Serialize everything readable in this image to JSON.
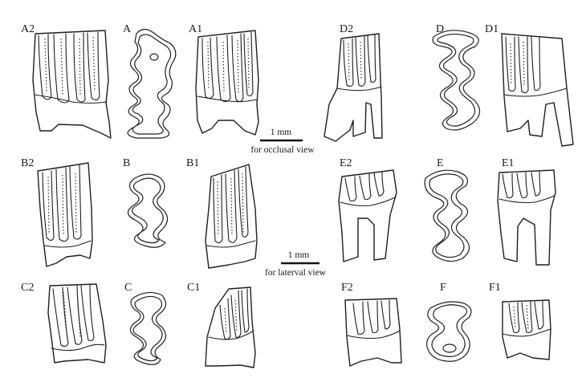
{
  "figure": {
    "specimens": [
      {
        "id": "A",
        "labels": {
          "lateral_left": "A2",
          "occlusal": "A",
          "lateral_right": "A1"
        }
      },
      {
        "id": "B",
        "labels": {
          "lateral_left": "B2",
          "occlusal": "B",
          "lateral_right": "B1"
        }
      },
      {
        "id": "C",
        "labels": {
          "lateral_left": "C2",
          "occlusal": "C",
          "lateral_right": "C1"
        }
      },
      {
        "id": "D",
        "labels": {
          "lateral_left": "D2",
          "occlusal": "D",
          "lateral_right": "D1"
        }
      },
      {
        "id": "E",
        "labels": {
          "lateral_left": "E2",
          "occlusal": "E",
          "lateral_right": "E1"
        }
      },
      {
        "id": "F",
        "labels": {
          "lateral_left": "F2",
          "occlusal": "F",
          "lateral_right": "F1"
        }
      }
    ],
    "scale_bars": {
      "occlusal": {
        "length_text": "1 mm",
        "caption": "for occlusal view"
      },
      "lateral": {
        "length_text": "1 mm",
        "caption": "for laterval view"
      }
    }
  },
  "colors": {
    "ink": "#1f1f1f",
    "paper": "#ffffff"
  }
}
